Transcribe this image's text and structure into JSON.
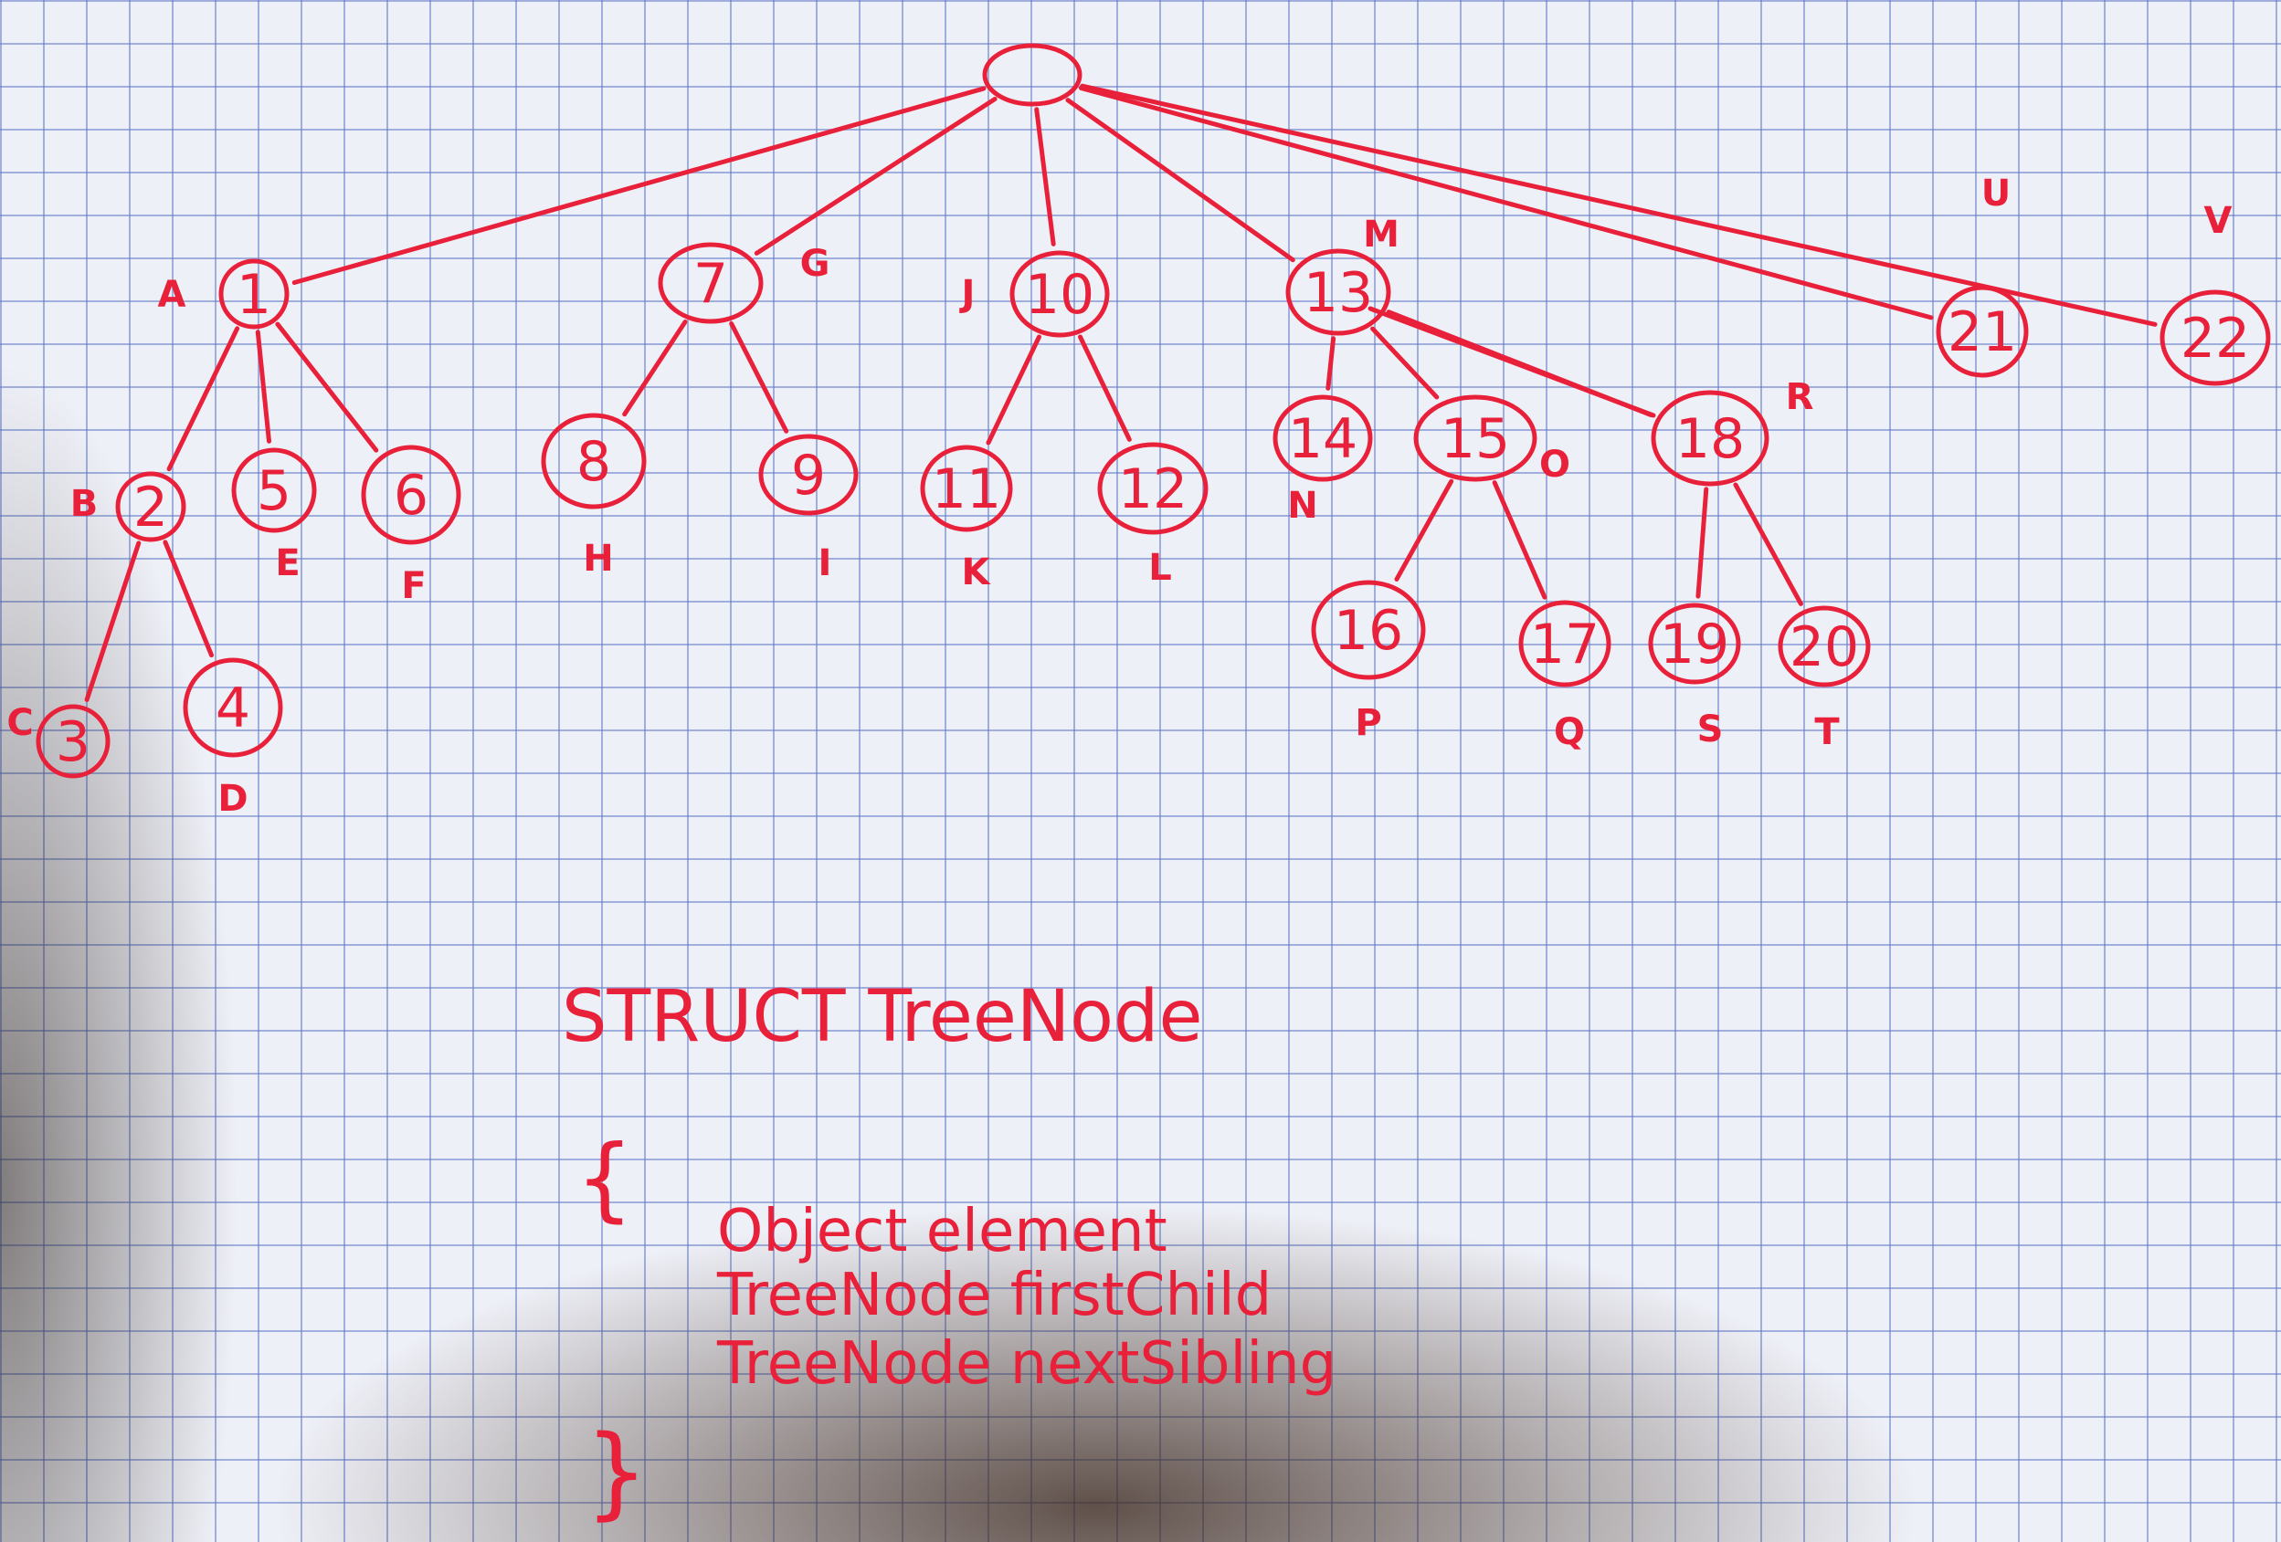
{
  "tree": {
    "root": {
      "number": "",
      "letter": ""
    },
    "nodes": {
      "n1": {
        "number": "1",
        "letter": "A"
      },
      "n2": {
        "number": "2",
        "letter": "B"
      },
      "n3": {
        "number": "3",
        "letter": "C"
      },
      "n4": {
        "number": "4",
        "letter": "D"
      },
      "n5": {
        "number": "5",
        "letter": "E"
      },
      "n6": {
        "number": "6",
        "letter": "F"
      },
      "n7": {
        "number": "7",
        "letter": "G"
      },
      "n8": {
        "number": "8",
        "letter": "H"
      },
      "n9": {
        "number": "9",
        "letter": "I"
      },
      "n10": {
        "number": "10",
        "letter": "J"
      },
      "n11": {
        "number": "11",
        "letter": "K"
      },
      "n12": {
        "number": "12",
        "letter": "L"
      },
      "n13": {
        "number": "13",
        "letter": "M"
      },
      "n14": {
        "number": "14",
        "letter": "N"
      },
      "n15": {
        "number": "15",
        "letter": "O"
      },
      "n16": {
        "number": "16",
        "letter": "P"
      },
      "n17": {
        "number": "17",
        "letter": "Q"
      },
      "n18": {
        "number": "18",
        "letter": "R"
      },
      "n19": {
        "number": "19",
        "letter": "S"
      },
      "n20": {
        "number": "20",
        "letter": "T"
      },
      "n21": {
        "number": "21",
        "letter": "U"
      },
      "n22": {
        "number": "22",
        "letter": "V"
      }
    }
  },
  "code": {
    "declaration": "STRUCT TreeNode",
    "open_brace": "{",
    "fields": [
      "Object element",
      "TreeNode firstChild",
      "TreeNode nextSibling"
    ],
    "close_brace": "}"
  },
  "colors": {
    "ink": "#e8203a",
    "paper": "#eef0f7",
    "grid": "#5f78c8"
  }
}
